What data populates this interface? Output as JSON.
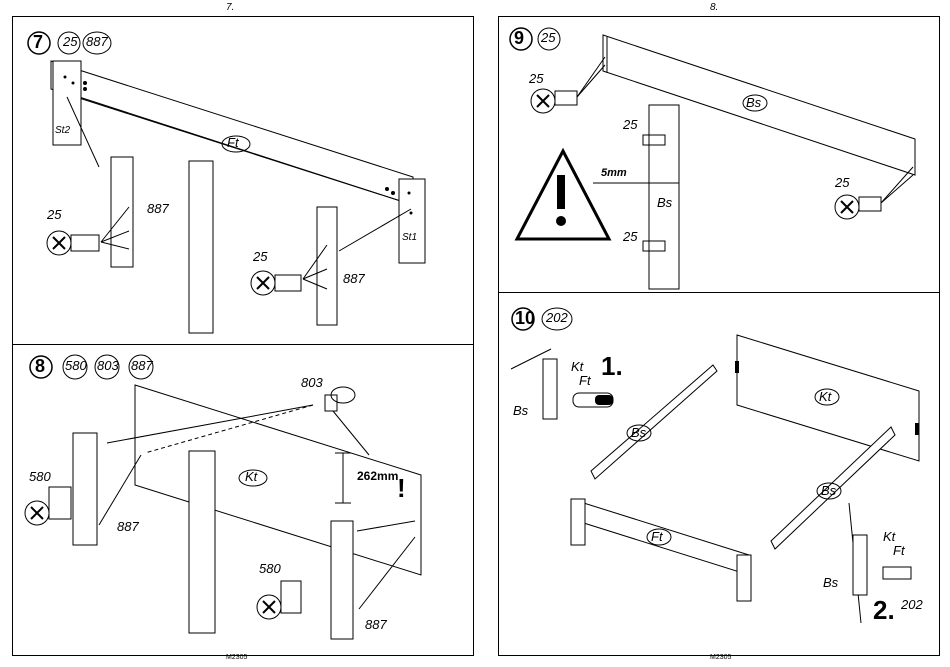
{
  "pages": {
    "left": {
      "number": "7.",
      "footer": "M2305"
    },
    "right": {
      "number": "8.",
      "footer": "M2305"
    }
  },
  "steps": [
    {
      "step": "7",
      "parts": [
        "25",
        "887"
      ],
      "labels": {
        "board": "Ft",
        "tag_left": "St2",
        "tag_right": "St1",
        "screw": "25",
        "bracket": "887"
      }
    },
    {
      "step": "8",
      "parts": [
        "580",
        "803",
        "887"
      ],
      "labels": {
        "board": "Kt",
        "dim": "262mm",
        "warn": "!",
        "bolt": "803",
        "sleeve": "580",
        "bracket": "887"
      }
    },
    {
      "step": "9",
      "parts": [
        "25"
      ],
      "labels": {
        "board": "Bs",
        "screw": "25",
        "gap": "5mm",
        "side": "Bs"
      }
    },
    {
      "step": "10",
      "parts": [
        "202"
      ],
      "labels": {
        "head": "Kt",
        "foot": "Ft",
        "side": "Bs",
        "kt": "Kt",
        "ft": "Ft",
        "bs": "Bs",
        "screw": "202",
        "seq1": "1.",
        "seq2": "2."
      }
    }
  ]
}
